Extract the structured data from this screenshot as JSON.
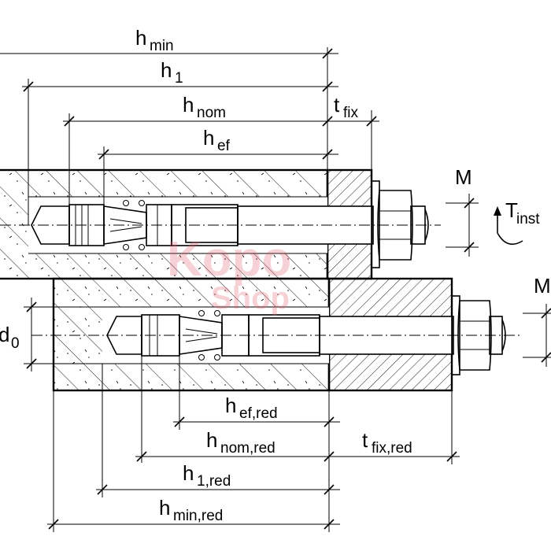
{
  "dimensions": {
    "h_min": {
      "main": "h",
      "sub": "min"
    },
    "h_1": {
      "main": "h",
      "sub": "1"
    },
    "h_nom": {
      "main": "h",
      "sub": "nom"
    },
    "h_ef": {
      "main": "h",
      "sub": "ef"
    },
    "t_fix": {
      "main": "t",
      "sub": "fix"
    },
    "h_ef_red": {
      "main": "h",
      "sub": "ef,red"
    },
    "h_nom_red": {
      "main": "h",
      "sub": "nom,red"
    },
    "t_fix_red": {
      "main": "t",
      "sub": "fix,red"
    },
    "h_1_red": {
      "main": "h",
      "sub": "1,red"
    },
    "h_min_red": {
      "main": "h",
      "sub": "min,red"
    }
  },
  "thread_top": {
    "main": "M"
  },
  "thread_bottom": {
    "main": "M"
  },
  "drill_diameter": {
    "main": "d",
    "sub": "0"
  },
  "torque": {
    "main": "T",
    "sub": "inst"
  },
  "watermark": {
    "line1": "Kopo",
    "line2": "Shop"
  }
}
